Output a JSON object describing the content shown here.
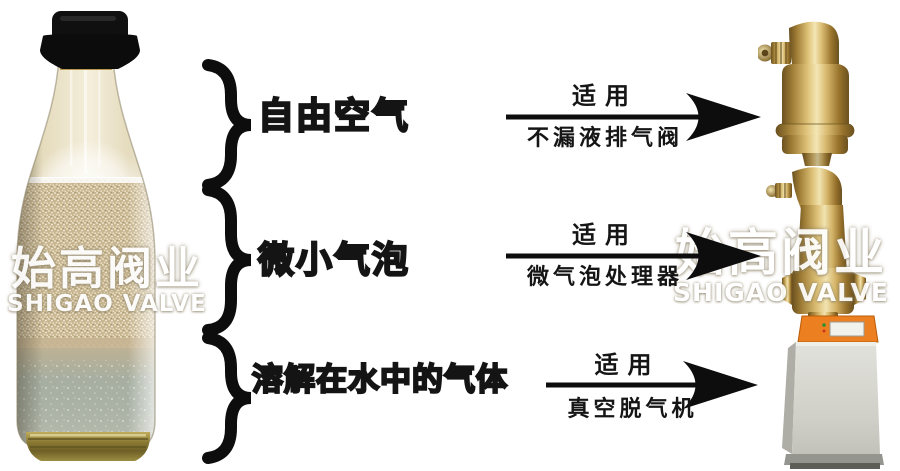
{
  "watermarks": {
    "left": {
      "cn": "始高阀业",
      "en": "SHIGAO VALVE"
    },
    "right": {
      "cn": "始高阀业",
      "en": "SHIGAO VALVE"
    }
  },
  "bottle": {
    "image": "carbonated-water-bottle-photo"
  },
  "rows": [
    {
      "category": "自由空气",
      "arrow_label": "适用",
      "solution": "不漏液排气阀",
      "product_image": "brass-air-vent-valve-photo"
    },
    {
      "category": "微小气泡",
      "arrow_label": "适用",
      "solution": "微气泡处理器",
      "product_image": "brass-microbubble-processor-photo"
    },
    {
      "category": "溶解在水中的气体",
      "arrow_label": "适用",
      "solution": "真空脱气机",
      "product_image": "vacuum-degasser-machine-photo"
    }
  ],
  "colors": {
    "text": "#141414",
    "arrow": "#0d0d0d",
    "brace": "#0d0d0d",
    "brass": "#d9ba70",
    "machine_panel_orange": "#ec7f1f",
    "machine_body_gray": "#d0d0ca",
    "watermark_white": "#ffffff",
    "background": "#ffffff"
  }
}
